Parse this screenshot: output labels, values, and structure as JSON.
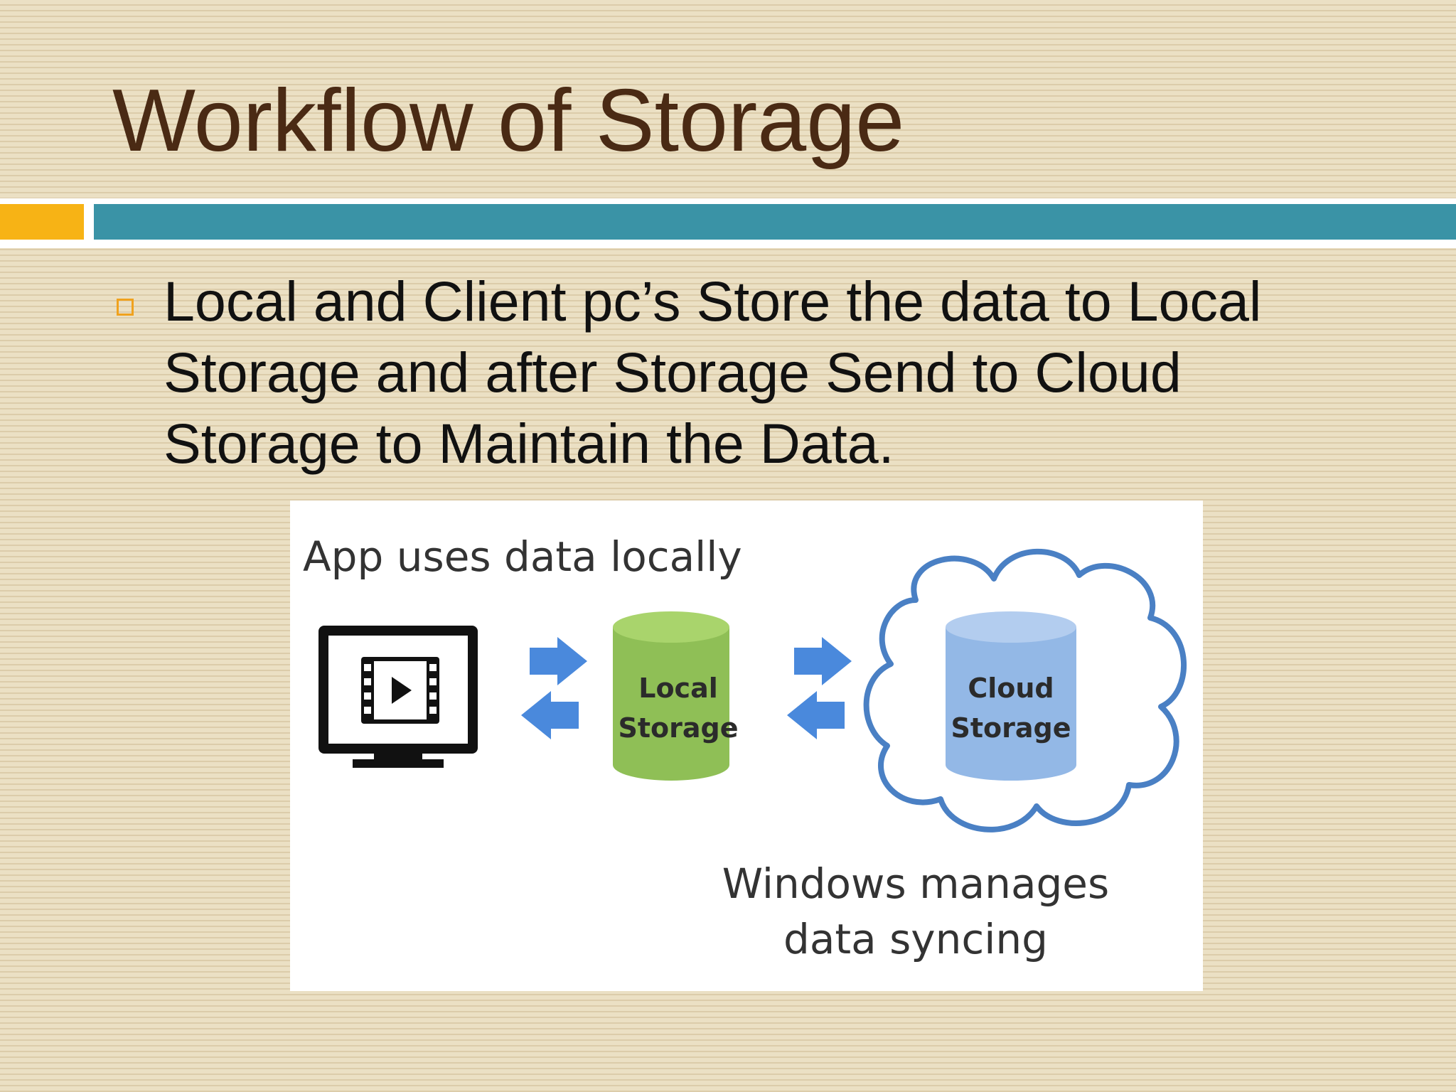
{
  "slide": {
    "title": "Workflow of Storage",
    "bullet": "Local and Client pc’s Store the data to Local Storage and after Storage Send to Cloud Storage to Maintain the Data."
  },
  "diagram": {
    "caption_app": "App uses data locally",
    "local_storage_label_1": "Local",
    "local_storage_label_2": "Storage",
    "cloud_storage_label_1": "Cloud",
    "cloud_storage_label_2": "Storage",
    "caption_sync_1": "Windows manages",
    "caption_sync_2": "data syncing",
    "icons": [
      "monitor-icon",
      "video-play-icon",
      "arrow-right-icon",
      "arrow-left-icon",
      "database-icon",
      "cloud-icon"
    ]
  },
  "colors": {
    "title": "#4a2a14",
    "accent_orange": "#f7b315",
    "accent_teal": "#3a93a6",
    "arrow_blue": "#4a89dc",
    "local_cylinder": "#8fbf56",
    "cloud_cylinder": "#93b8e6",
    "cloud_outline": "#4a80c4"
  }
}
